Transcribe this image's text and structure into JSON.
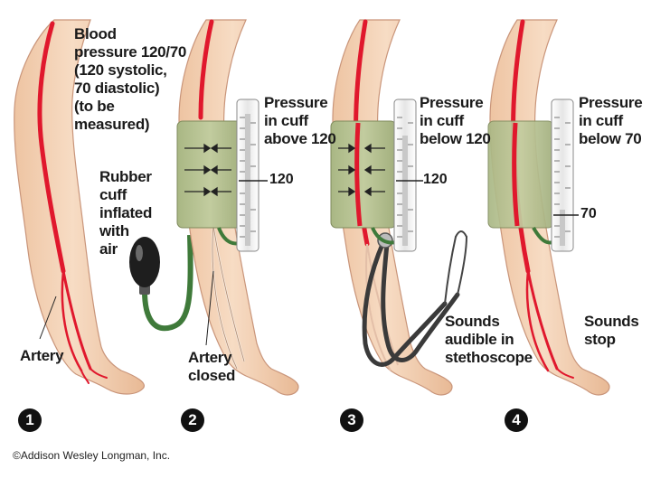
{
  "panels": [
    {
      "step": "1",
      "labels": {
        "intro": "Blood\npressure 120/70\n(120 systolic,\n70 diastolic)\n(to be\nmeasured)",
        "cuff": "Rubber\ncuff\ninflated\nwith\nair",
        "artery": "Artery"
      }
    },
    {
      "step": "2",
      "labels": {
        "pressure": "Pressure\nin cuff\nabove 120",
        "gauge_mark": "120",
        "artery": "Artery\nclosed"
      }
    },
    {
      "step": "3",
      "labels": {
        "pressure": "Pressure\nin cuff\nbelow 120",
        "gauge_mark": "120",
        "sounds": "Sounds\naudible in\nstethoscope"
      }
    },
    {
      "step": "4",
      "labels": {
        "pressure": "Pressure\nin cuff\nbelow 70",
        "gauge_mark": "70",
        "sounds": "Sounds\nstop"
      }
    }
  ],
  "colors": {
    "skin": "#f4d7bd",
    "skin_shadow": "#e3b694",
    "artery": "#e0182d",
    "cuff": "#b9c495",
    "tube": "#3f7a3a",
    "bulb": "#1e1e1e",
    "gauge": "#cfcfcf"
  },
  "credit": "©Addison Wesley Longman, Inc."
}
